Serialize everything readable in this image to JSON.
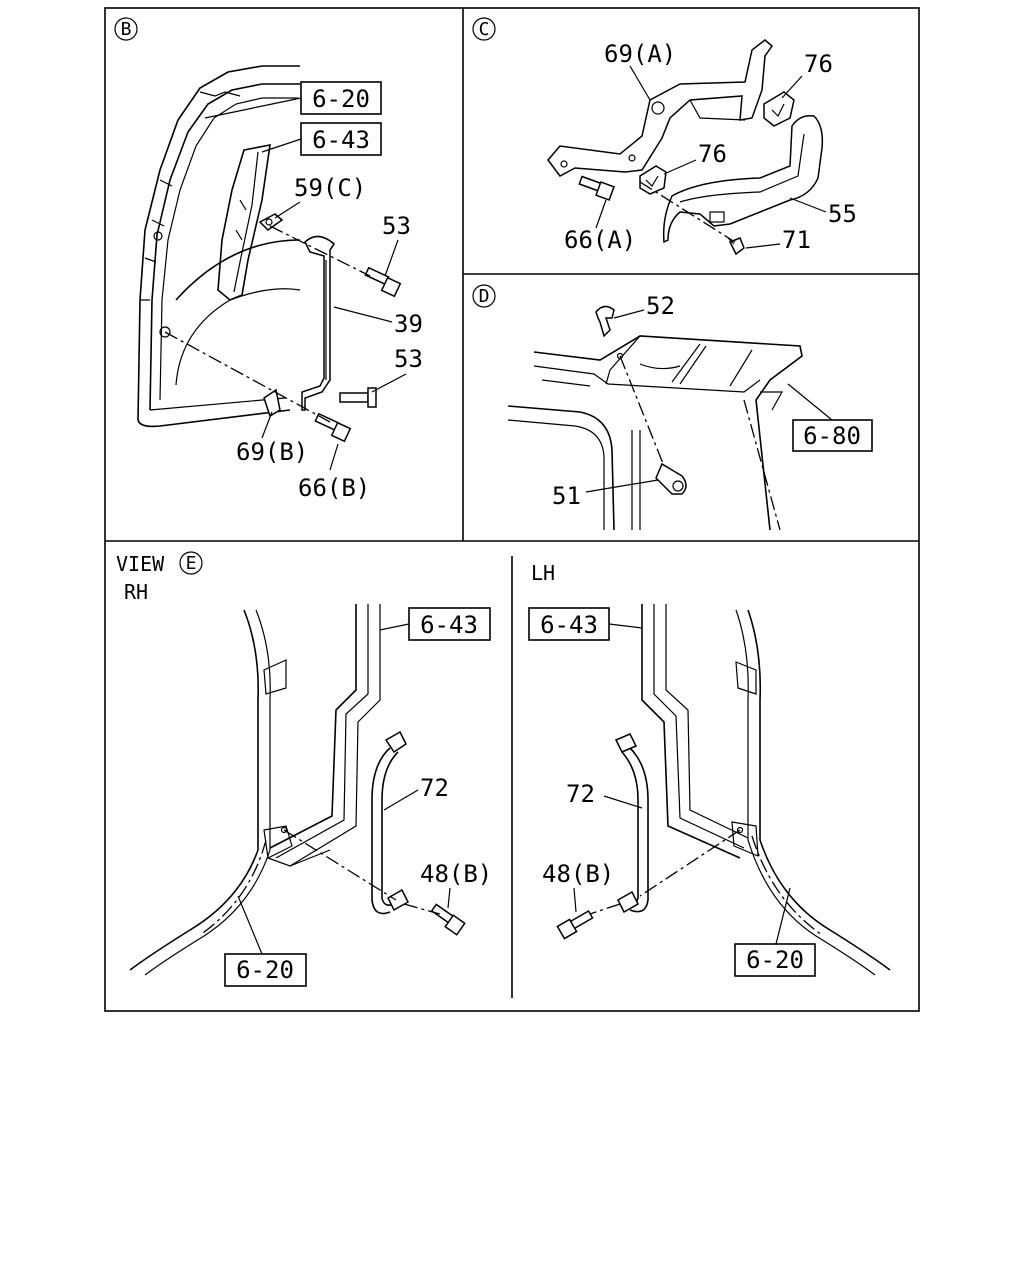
{
  "panels": {
    "b": {
      "marker": "B",
      "labels": {
        "ref_6_20": "6-20",
        "ref_6_43": "6-43",
        "p59c": "59(C)",
        "p53_top": "53",
        "p39": "39",
        "p53_mid": "53",
        "p69b": "69(B)",
        "p66b": "66(B)"
      }
    },
    "c": {
      "marker": "C",
      "labels": {
        "p69a": "69(A)",
        "p76_top": "76",
        "p76_mid": "76",
        "p55": "55",
        "p66a": "66(A)",
        "p71": "71"
      }
    },
    "d": {
      "marker": "D",
      "labels": {
        "p52": "52",
        "ref_6_80": "6-80",
        "p51": "51"
      }
    },
    "e": {
      "view_prefix": "VIEW",
      "marker": "E",
      "rh": {
        "side": "RH",
        "ref_6_43": "6-43",
        "p72": "72",
        "p48b": "48(B)",
        "ref_6_20": "6-20"
      },
      "lh": {
        "side": "LH",
        "ref_6_43": "6-43",
        "p72": "72",
        "p48b": "48(B)",
        "ref_6_20": "6-20"
      }
    }
  }
}
